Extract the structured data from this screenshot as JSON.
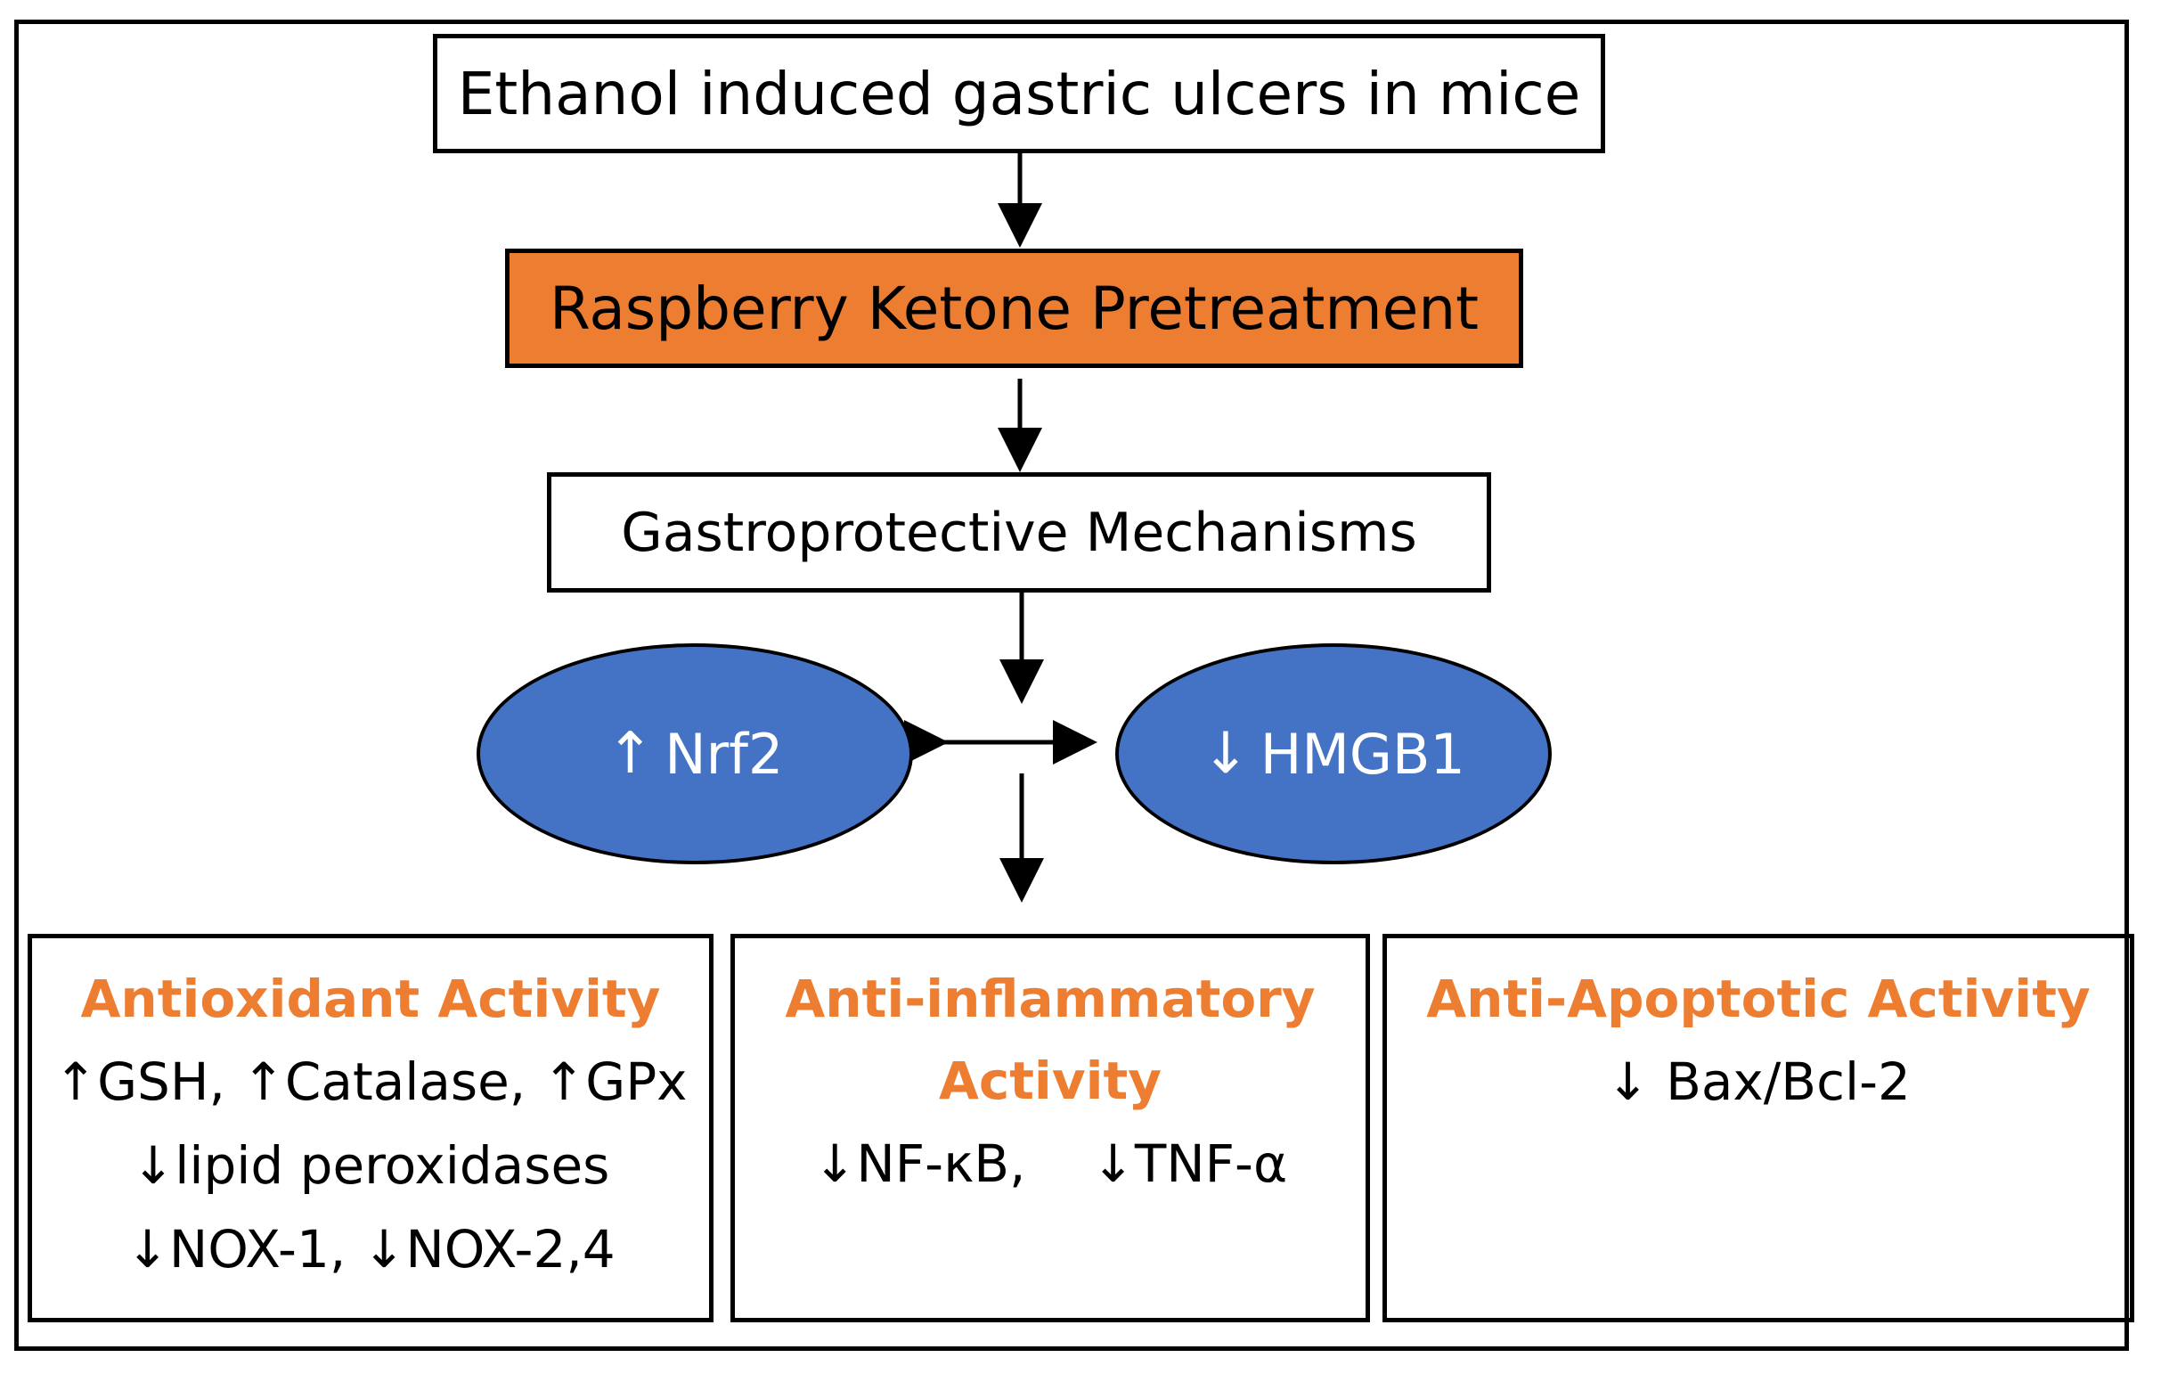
{
  "colors": {
    "accent_orange": "#ED7D31",
    "ellipse_blue": "#4472C4",
    "border": "#000000",
    "background": "#FFFFFF"
  },
  "boxes": {
    "title": "Ethanol induced gastric ulcers in mice",
    "pretreatment": "Raspberry Ketone Pretreatment",
    "mechanisms": "Gastroprotective Mechanisms"
  },
  "ellipses": {
    "nrf2": {
      "arrow": "↑",
      "label": "Nrf2"
    },
    "hmgb1": {
      "arrow": "↓",
      "label": "HMGB1"
    }
  },
  "panels": {
    "antioxidant": {
      "title": "Antioxidant Activity",
      "lines": [
        "↑GSH, ↑Catalase, ↑GPx",
        "↓lipid peroxidases",
        "↓NOX-1, ↓NOX-2,4"
      ]
    },
    "anti_inflammatory": {
      "title_line1": "Anti-inflammatory",
      "title_line2": "Activity",
      "lines": [
        "↓NF-κB,    ↓TNF-α"
      ]
    },
    "anti_apoptotic": {
      "title": "Anti-Apoptotic Activity",
      "lines": [
        "↓ Bax/Bcl-2"
      ]
    }
  }
}
